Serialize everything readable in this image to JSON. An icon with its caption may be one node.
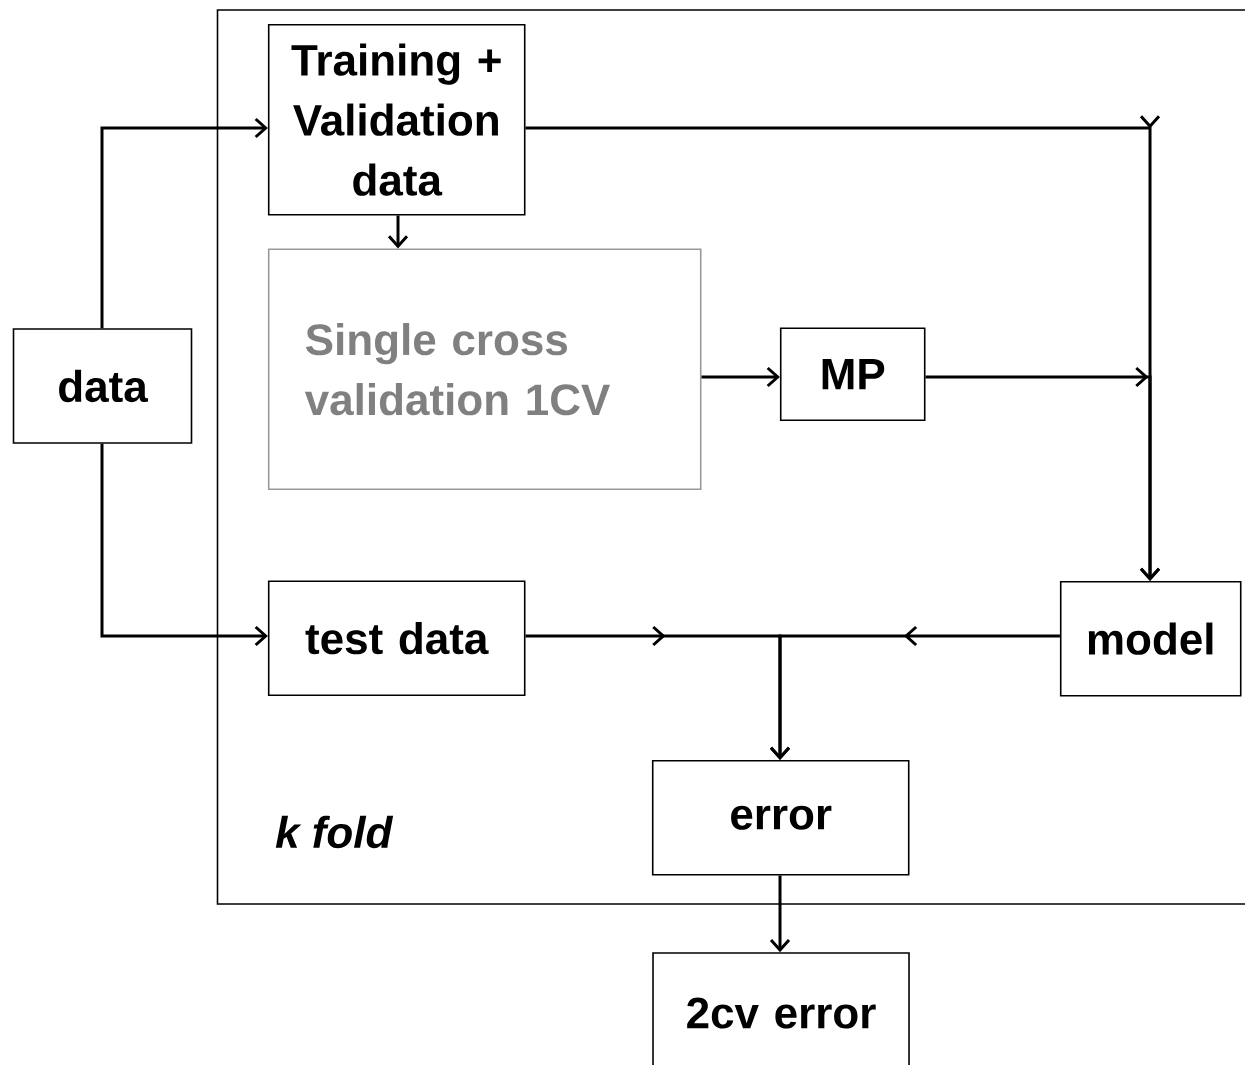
{
  "diagram": {
    "nodes": [
      {
        "text": [
          "k fold"
        ]
      },
      {
        "text": [
          "Training + Validation data"
        ],
        "in": 0
      },
      {
        "text": [
          "Single cross validation 1CV"
        ],
        "in": 0
      },
      {
        "text": [
          "MP"
        ],
        "in": 0
      },
      {
        "text": [
          "model"
        ],
        "in": 0
      },
      {
        "text": [
          "test data"
        ],
        "in": 0
      },
      {
        "text": [
          "error"
        ],
        "in": 0
      },
      {
        "text": [
          "2cv error"
        ]
      },
      {
        "text": [
          "data"
        ]
      }
    ],
    "edges": [
      {
        "from": 8,
        "to": 1,
        "arrow": "to"
      },
      {
        "from": 8,
        "to": 5,
        "arrow": "to"
      },
      {
        "from": 1,
        "to": 2,
        "arrow": "to"
      },
      {
        "from": 2,
        "to": 3,
        "arrow": "to"
      },
      {
        "from": 1,
        "to": 4,
        "arrow": "to"
      },
      {
        "from": 3,
        "to": 4,
        "arrow": "to"
      },
      {
        "from": 5,
        "to": 6,
        "arrow": "to"
      },
      {
        "from": 4,
        "to": 6,
        "arrow": "to"
      },
      {
        "from": 6,
        "to": 7,
        "arrow": "to"
      }
    ]
  }
}
